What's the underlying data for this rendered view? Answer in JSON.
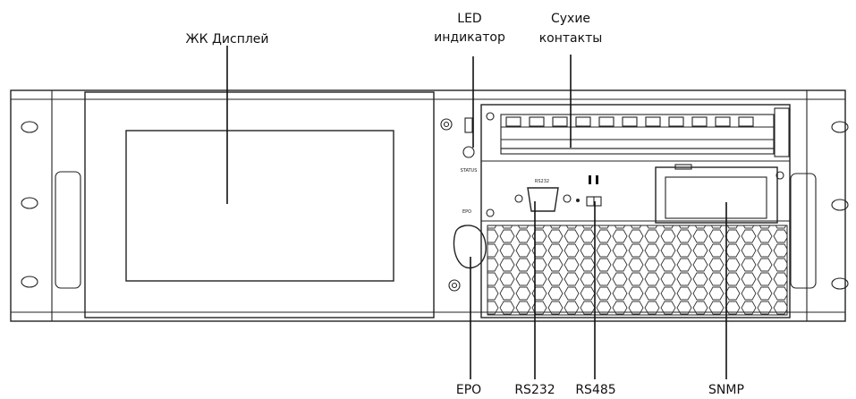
{
  "labels": {
    "lcd": "ЖК Дисплей",
    "led_line1": "LED",
    "led_line2": "индикатор",
    "dry_line1": "Сухие",
    "dry_line2": "контакты",
    "epo": "EPO",
    "rs232": "RS232",
    "rs485": "RS485",
    "snmp": "SNMP"
  },
  "panel_marks": {
    "status": "STATUS",
    "rs232_tag": "RS232",
    "epo_tag": "EPO"
  }
}
